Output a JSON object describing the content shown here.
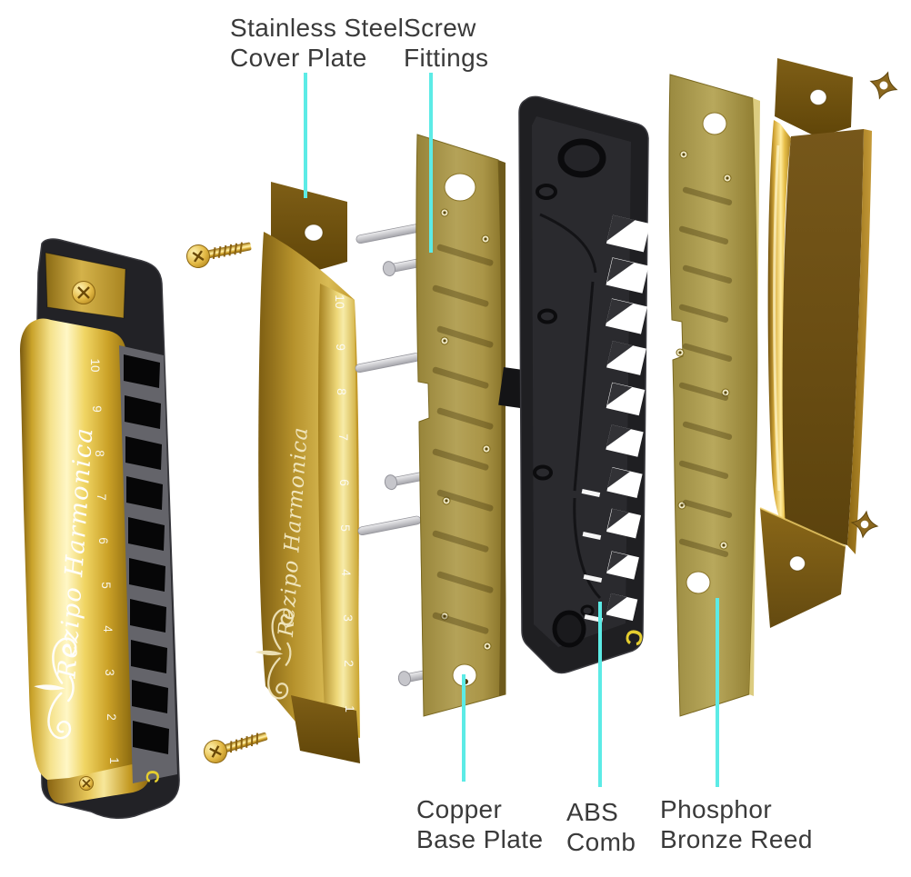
{
  "meta": {
    "description": "Exploded parts diagram of a 10-hole diatonic harmonica"
  },
  "callouts": [
    {
      "id": "stainless-steel-cover-plate",
      "line1": "Stainless Steel",
      "line2": "Cover Plate"
    },
    {
      "id": "screw-fittings",
      "line1": "Screw",
      "line2": "Fittings"
    },
    {
      "id": "copper-base-plate",
      "line1": "Copper",
      "line2": "Base Plate"
    },
    {
      "id": "abs-comb",
      "line1": "ABS",
      "line2": "Comb"
    },
    {
      "id": "phosphor-bronze-reed",
      "line1": "Phosphor",
      "line2": "Bronze Reed"
    }
  ],
  "markings": {
    "brand_script": "Rezipo Harmonica",
    "key_letter": "C",
    "hole_numbers": [
      "1",
      "2",
      "3",
      "4",
      "5",
      "6",
      "7",
      "8",
      "9",
      "10"
    ]
  },
  "colors": {
    "background": "#FFFFFF",
    "leader_line": "#5CEBE6",
    "label_text": "#3A3A3A",
    "gold_bright": "#F3D65C",
    "gold_deep": "#8A6512",
    "bronze_cover": "#6E5214",
    "reed_plate_olive": "#A9954A",
    "comb_black": "#1E1E21",
    "pin_silver": "#C9C9CD",
    "screw_brass": "#D9AC33",
    "key_letter_yellow": "#E5CE2F",
    "engraving_white": "#FFFFFF"
  }
}
